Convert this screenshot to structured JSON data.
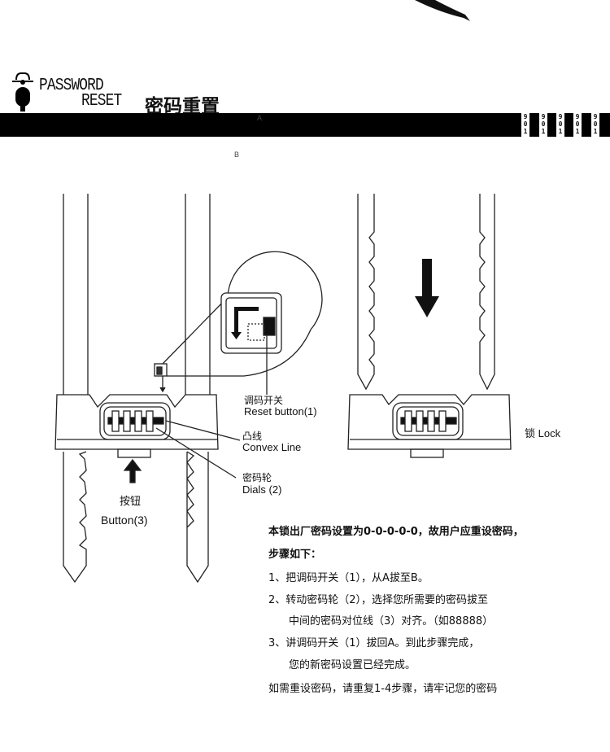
{
  "header": {
    "title_en_line1": "PASSWORD",
    "title_en_line2": "RESET",
    "title_cn": "密码重置",
    "dial_digits": [
      [
        "9",
        "0",
        "1"
      ],
      [
        "9",
        "0",
        "1"
      ],
      [
        "9",
        "0",
        "1"
      ],
      [
        "9",
        "0",
        "1"
      ],
      [
        "9",
        "0",
        "1"
      ]
    ]
  },
  "diagram": {
    "reset_button_cn": "调码开关",
    "reset_button_en": "Reset button(1)",
    "convex_line_cn": "凸线",
    "convex_line_en": "Convex Line",
    "dials_cn": "密码轮",
    "dials_en": "Dials (2)",
    "button_cn": "按钮",
    "button_en": "Button(3)",
    "lock_label": "锁 Lock",
    "switch_label_a": "A",
    "switch_label_b": "B"
  },
  "instructions": {
    "intro_line1": "本锁出厂密码设置为0-0-0-0-0，故用户应重设密码，",
    "intro_line2": "步骤如下：",
    "step1": "1、把调码开关（1），从A拔至B。",
    "step2_line1": "2、转动密码轮（2），选择您所需要的密码拔至",
    "step2_line2": "中间的密码对位线（3）对齐。（如88888）",
    "step3_line1": "3、讲调码开关（1）拔回A。到此步骤完成，",
    "step3_line2": "您的新密码设置已经完成。",
    "footer": "如需重设密码，请重复1-4步骤，请牢记您的密码"
  }
}
